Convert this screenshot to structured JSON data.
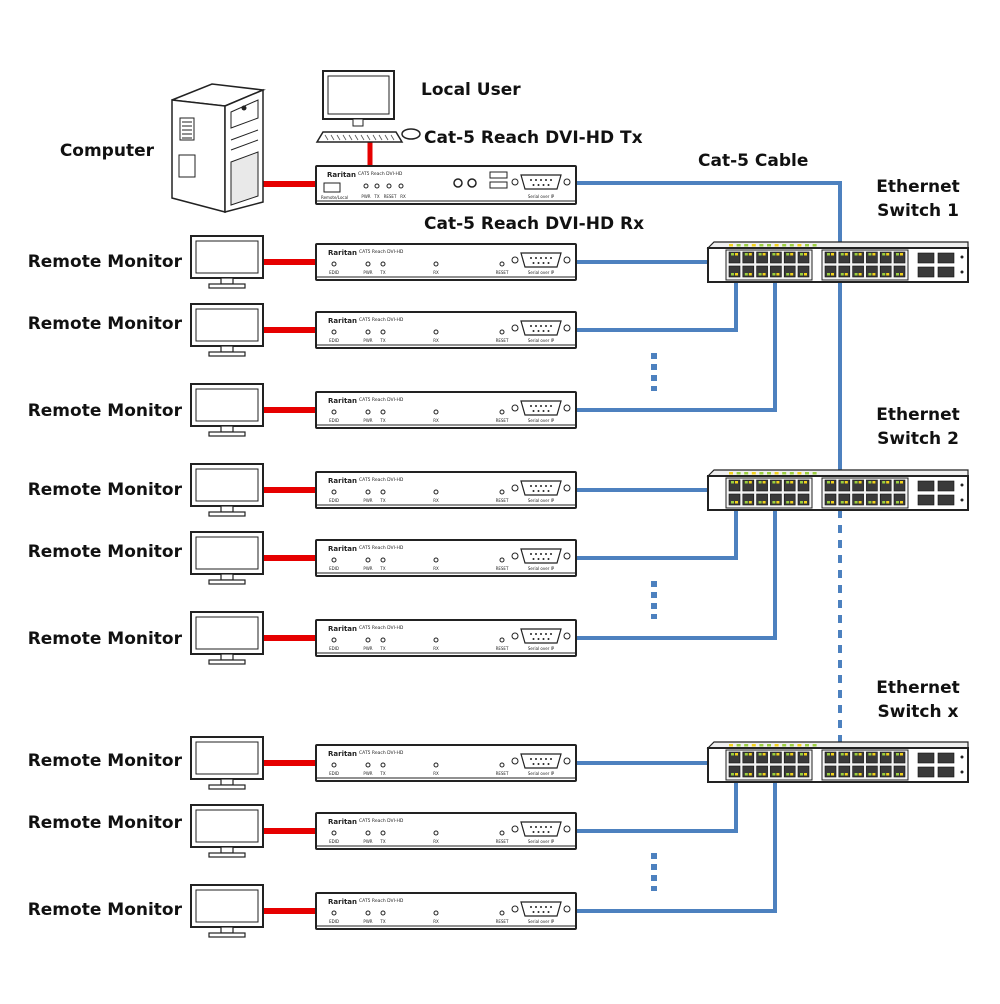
{
  "labels": {
    "computer": "Computer",
    "local_user": "Local User",
    "tx": "Cat-5 Reach DVI-HD Tx",
    "rx": "Cat-5 Reach DVI-HD Rx",
    "cable": "Cat-5 Cable"
  },
  "switches": [
    {
      "line1": "Ethernet",
      "line2": "Switch 1"
    },
    {
      "line1": "Ethernet",
      "line2": "Switch 2"
    },
    {
      "line1": "Ethernet",
      "line2": "Switch x"
    }
  ],
  "remote_monitor_label": "Remote Monitor",
  "device": {
    "brand": "Raritan",
    "model": "CAT5 Reach DVI-HD",
    "tx_led_labels": [
      "PWR",
      "TX",
      "RESET",
      "RX"
    ],
    "tx_left_label": "Remote/Local",
    "rx_led_labels": [
      "EDID",
      "PWR",
      "TX",
      "RX",
      "RESET"
    ],
    "serial_label": "Serial over IP"
  },
  "colors": {
    "red_cable": "#e60000",
    "blue_cable": "#4d81bf",
    "switch_port_green": "#9ccf3e",
    "switch_port_yellow": "#f2d21b"
  },
  "icons": [
    "computer-tower-icon",
    "monitor-icon",
    "keyboard-icon",
    "mouse-icon",
    "ethernet-switch-icon",
    "dvi-extender-icon"
  ]
}
